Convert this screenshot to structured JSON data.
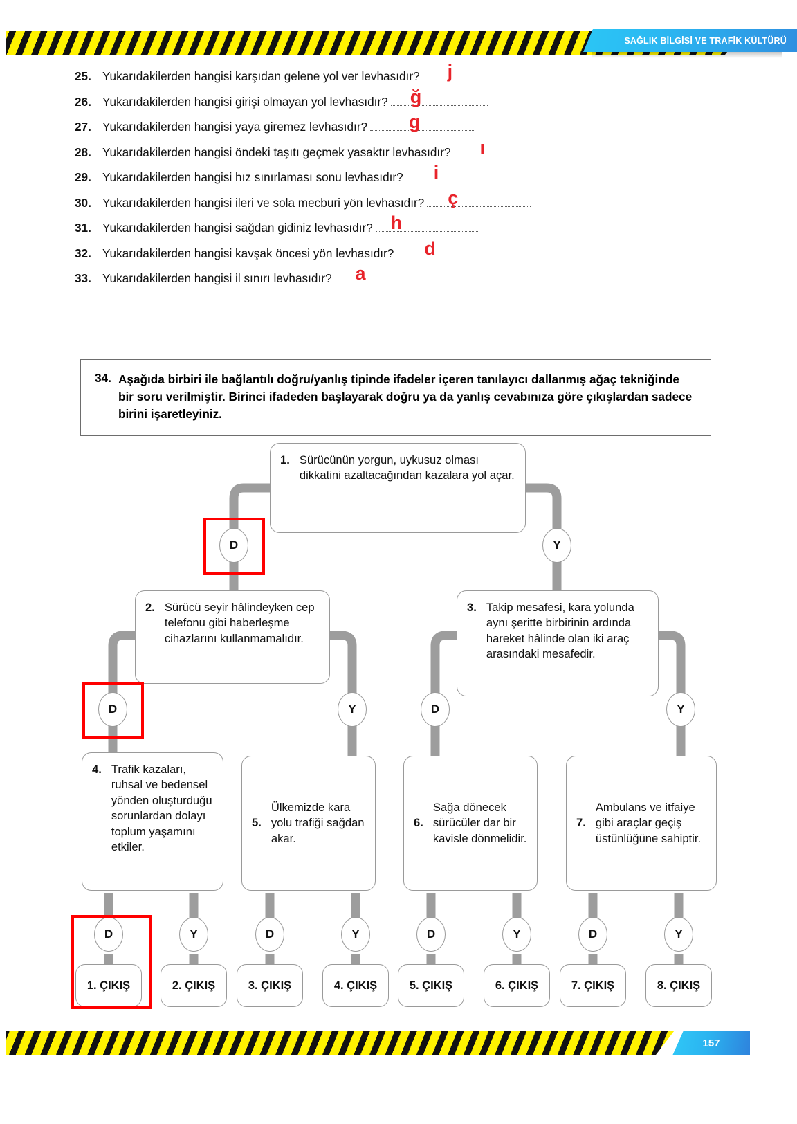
{
  "header": {
    "chapter_title": "SAĞLIK BİLGİSİ VE TRAFİK KÜLTÜRÜ",
    "page_number": "157"
  },
  "questions": [
    {
      "num": "25.",
      "text": "Yukarıdakilerden hangisi karşıdan gelene yol ver levhasıdır?",
      "answer": "j"
    },
    {
      "num": "26.",
      "text": "Yukarıdakilerden hangisi girişi olmayan yol levhasıdır?",
      "answer": "ğ"
    },
    {
      "num": "27.",
      "text": "Yukarıdakilerden hangisi yaya giremez levhasıdır?",
      "answer": "g"
    },
    {
      "num": "28.",
      "text": "Yukarıdakilerden hangisi öndeki taşıtı geçmek yasaktır levhasıdır?",
      "answer": "ı"
    },
    {
      "num": "29.",
      "text": "Yukarıdakilerden hangisi hız sınırlaması sonu levhasıdır?",
      "answer": "i"
    },
    {
      "num": "30.",
      "text": "Yukarıdakilerden hangisi ileri ve sola mecburi yön levhasıdır?",
      "answer": "ç"
    },
    {
      "num": "31.",
      "text": "Yukarıdakilerden hangisi sağdan gidiniz levhasıdır?",
      "answer": "h"
    },
    {
      "num": "32.",
      "text": "Yukarıdakilerden hangisi kavşak öncesi yön levhasıdır?",
      "answer": "d"
    },
    {
      "num": "33.",
      "text": "Yukarıdakilerden hangisi il sınırı levhasıdır?",
      "answer": "a"
    }
  ],
  "instruction": {
    "num": "34.",
    "text": "Aşağıda birbiri ile bağlantılı doğru/yanlış tipinde ifadeler içeren tanılayıcı dallanmış ağaç tekniğinde bir soru verilmiştir. Birinci ifadeden başlayarak doğru ya da yanlış cevabınıza göre çıkışlardan sadece birini işaretleyiniz."
  },
  "tree": {
    "statements": [
      {
        "num": "1.",
        "text": "Sürücünün yorgun, uykusuz olması dikkatini azaltacağından kazalara yol açar."
      },
      {
        "num": "2.",
        "text": "Sürücü seyir hâlindeyken cep telefonu gibi haberleşme cihazlarını kullanmamalıdır."
      },
      {
        "num": "3.",
        "text": "Takip mesafesi, kara yolunda aynı şeritte birbirinin ardında hareket hâlinde olan iki araç arasındaki mesafedir."
      },
      {
        "num": "4.",
        "text": "Trafik kazaları, ruhsal ve bedensel yönden oluşturduğu sorunlardan dolayı toplum yaşamını etkiler."
      },
      {
        "num": "5.",
        "text": "Ülkemizde kara yolu trafiği sağdan akar."
      },
      {
        "num": "6.",
        "text": "Sağa dönecek sürücüler dar bir kavisle dönmelidir."
      },
      {
        "num": "7.",
        "text": "Ambulans ve itfaiye gibi araçlar geçiş üstünlüğüne sahiptir."
      }
    ],
    "branch_true_label": "D",
    "branch_false_label": "Y",
    "level1_branches": [
      {
        "label": "D",
        "highlighted": true
      },
      {
        "label": "Y",
        "highlighted": false
      }
    ],
    "level2_branches": [
      {
        "label": "D",
        "highlighted": true
      },
      {
        "label": "Y",
        "highlighted": false
      },
      {
        "label": "D",
        "highlighted": false
      },
      {
        "label": "Y",
        "highlighted": false
      }
    ],
    "level3_branches": [
      {
        "label": "D",
        "highlighted": true
      },
      {
        "label": "Y",
        "highlighted": false
      },
      {
        "label": "D",
        "highlighted": false
      },
      {
        "label": "Y",
        "highlighted": false
      },
      {
        "label": "D",
        "highlighted": false
      },
      {
        "label": "Y",
        "highlighted": false
      },
      {
        "label": "D",
        "highlighted": false
      },
      {
        "label": "Y",
        "highlighted": false
      }
    ],
    "exits": [
      {
        "label": "1. ÇIKIŞ",
        "highlighted": true
      },
      {
        "label": "2. ÇIKIŞ",
        "highlighted": false
      },
      {
        "label": "3. ÇIKIŞ",
        "highlighted": false
      },
      {
        "label": "4. ÇIKIŞ",
        "highlighted": false
      },
      {
        "label": "5. ÇIKIŞ",
        "highlighted": false
      },
      {
        "label": "6. ÇIKIŞ",
        "highlighted": false
      },
      {
        "label": "7. ÇIKIŞ",
        "highlighted": false
      },
      {
        "label": "8. ÇIKIŞ",
        "highlighted": false
      }
    ]
  },
  "colors": {
    "answer_red": "#e8232a",
    "highlight_red": "#ff0000",
    "tape_yellow": "#fff200",
    "tab_blue": "#2bb8f2",
    "connector_gray": "#9d9d9d"
  }
}
